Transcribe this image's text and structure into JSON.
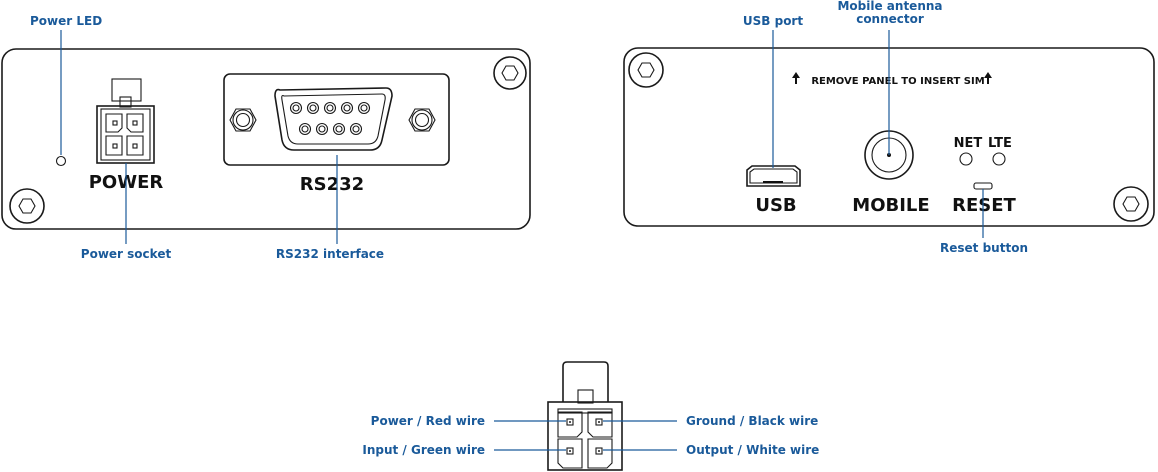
{
  "colors": {
    "callout": "#1a5a9a",
    "outline": "#1a1a1a",
    "background": "#ffffff"
  },
  "front_panel": {
    "labels": {
      "power": "POWER",
      "rs232": "RS232"
    },
    "callouts": {
      "power_led": "Power LED",
      "power_socket": "Power  socket",
      "rs232_interface": "RS232  interface"
    }
  },
  "back_panel": {
    "sim_notice": "REMOVE PANEL TO INSERT SIM",
    "labels": {
      "usb": "USB",
      "mobile": "MOBILE",
      "reset": "RESET",
      "net": "NET",
      "lte": "LTE"
    },
    "callouts": {
      "usb_port": "USB port",
      "mobile_antenna_line1": "Mobile antenna",
      "mobile_antenna_line2": "connector",
      "reset_button": "Reset button"
    }
  },
  "power_connector_pinout": {
    "pins": [
      {
        "position": "top-left",
        "label": "Power / Red wire"
      },
      {
        "position": "top-right",
        "label": "Ground / Black wire"
      },
      {
        "position": "bottom-left",
        "label": "Input / Green wire"
      },
      {
        "position": "bottom-right",
        "label": "Output / White wire"
      }
    ]
  }
}
